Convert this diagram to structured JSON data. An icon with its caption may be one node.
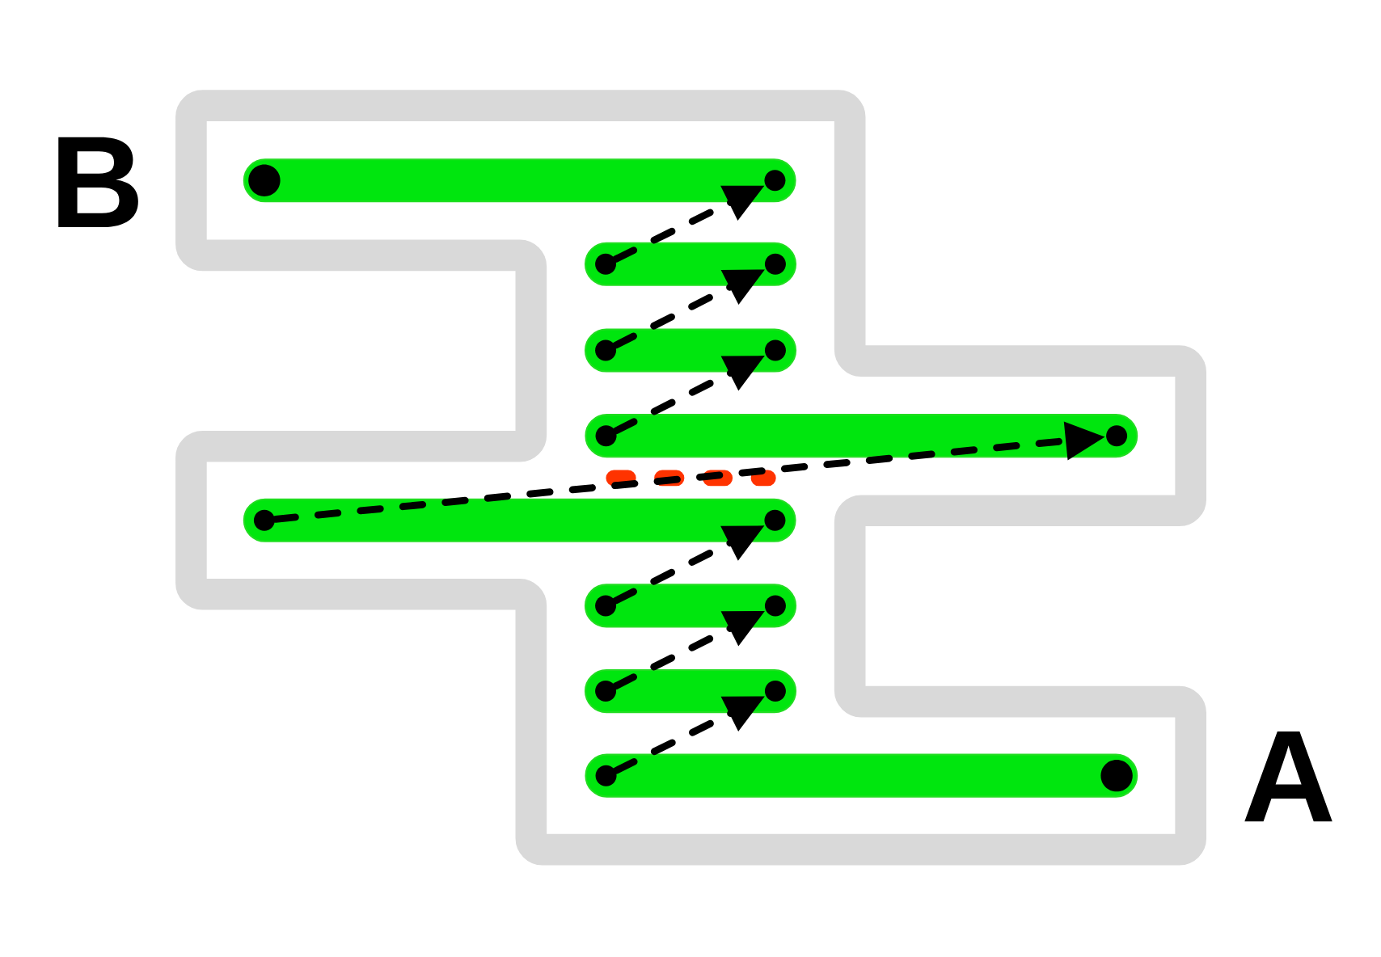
{
  "diagram": {
    "nodes": [
      {
        "text": [],
        "shape": "bar"
      },
      {
        "text": [],
        "shape": "bar"
      },
      {
        "text": [],
        "shape": "bar"
      },
      {
        "text": [],
        "shape": "bar"
      },
      {
        "text": [],
        "shape": "bar"
      },
      {
        "text": [],
        "shape": "bar"
      },
      {
        "text": [],
        "shape": "bar"
      },
      {
        "text": [],
        "shape": "bar"
      }
    ],
    "edges": [
      {
        "from": 1,
        "to": 0,
        "arrow": "to",
        "style": "dashed"
      },
      {
        "from": 2,
        "to": 1,
        "arrow": "to",
        "style": "dashed"
      },
      {
        "from": 3,
        "to": 2,
        "arrow": "to",
        "style": "dashed"
      },
      {
        "from": 4,
        "to": 3,
        "arrow": "to",
        "style": "dashed"
      },
      {
        "from": 5,
        "to": 4,
        "arrow": "to",
        "style": "dashed"
      },
      {
        "from": 6,
        "to": 5,
        "arrow": "to",
        "style": "dashed"
      },
      {
        "from": 7,
        "to": 6,
        "arrow": "to",
        "style": "dashed"
      }
    ],
    "labels": [
      "B",
      "A"
    ]
  }
}
